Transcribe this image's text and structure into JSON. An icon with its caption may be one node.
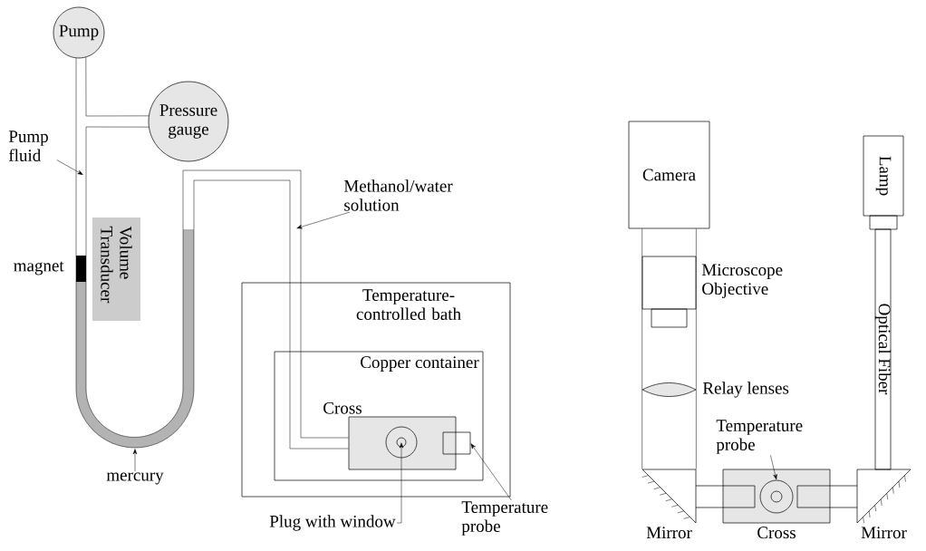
{
  "diagram": {
    "nodes": [
      {
        "text": [
          "Pump"
        ]
      },
      {
        "text": [
          "Pressure gauge"
        ]
      },
      {
        "text": [
          "Pump fluid"
        ]
      },
      {
        "text": [
          "Volume Transducer"
        ]
      },
      {
        "text": [
          "Methanol/water solution"
        ]
      },
      {
        "text": [
          "Temperature-controlled bath"
        ]
      },
      {
        "text": [
          "Copper container"
        ],
        "in": 5
      },
      {
        "text": [
          "Cross"
        ],
        "in": 6
      },
      {
        "text": [],
        "shape": "circle",
        "in": 7
      },
      {
        "text": [],
        "shape": "box",
        "in": 6
      },
      {
        "text": [
          "mercury"
        ]
      },
      {
        "text": [
          "Plug with window"
        ]
      },
      {
        "text": [
          "Temperature probe"
        ]
      },
      {
        "text": [
          "Camera"
        ]
      },
      {
        "text": [
          "Lamp"
        ]
      },
      {
        "text": [
          "Microscope Objective"
        ]
      },
      {
        "text": [
          "Optical Fiber"
        ]
      },
      {
        "text": [
          "Temperature probe"
        ]
      },
      {
        "text": [
          "Mirror"
        ]
      },
      {
        "text": [
          "Cross"
        ]
      },
      {
        "text": [],
        "shape": "circle",
        "in": 19
      },
      {
        "text": [
          "Mirror"
        ]
      },
      {
        "text": [],
        "shape": "tube"
      }
    ],
    "edges": [
      {
        "from": 2,
        "to": null,
        "arrow": "to"
      },
      {
        "from": 4,
        "to": null,
        "arrow": "to"
      },
      {
        "from": 10,
        "to": 22,
        "arrow": "to"
      },
      {
        "from": 11,
        "to": 8,
        "arrow": "to"
      },
      {
        "from": 12,
        "to": 9,
        "arrow": "to"
      },
      {
        "from": 17,
        "to": 20,
        "arrow": "to"
      },
      {
        "from": 0,
        "to": 7,
        "arrow": "none"
      },
      {
        "from": 0,
        "to": 1,
        "arrow": "none"
      },
      {
        "from": 1,
        "to": 7,
        "arrow": "none"
      },
      {
        "from": 13,
        "to": 18,
        "arrow": "none"
      },
      {
        "from": 13,
        "to": 18,
        "arrow": "none"
      }
    ],
    "labels": [
      "magnet",
      "Relay lenses"
    ]
  }
}
